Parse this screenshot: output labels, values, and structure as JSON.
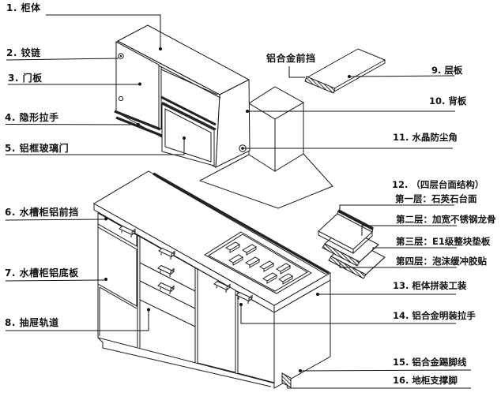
{
  "figure": {
    "kind": "exploded-cabinet-assembly-diagram",
    "background_color": "#ffffff",
    "line_color": "#1a1a1a"
  },
  "callouts": {
    "c1": "1. 柜体",
    "c2": "2. 铰链",
    "c3": "3. 门板",
    "c4": "4. 隐形拉手",
    "c5": "5. 铝框玻璃门",
    "c6": "6. 水槽柜铝前挡",
    "c7": "7. 水槽柜铝底板",
    "c8": "8. 抽屉轨道",
    "c9": "9. 层板",
    "c10": "10. 背板",
    "c11": "11. 水晶防尘角",
    "c12": "12. （四层台面结构）",
    "c12_1": "第一层：石英石台面",
    "c12_2": "第二层：加宽不锈钢龙骨",
    "c12_3": "第三层：E1级整块垫板",
    "c12_4": "第四层：泡沫缓冲胶贴",
    "c13": "13. 柜体拼装工装",
    "c14": "14. 铝合金明装拉手",
    "c15": "15. 铝合金踢脚线",
    "c16": "16. 地柜支撑脚",
    "c_front": "铝合金前挡"
  }
}
